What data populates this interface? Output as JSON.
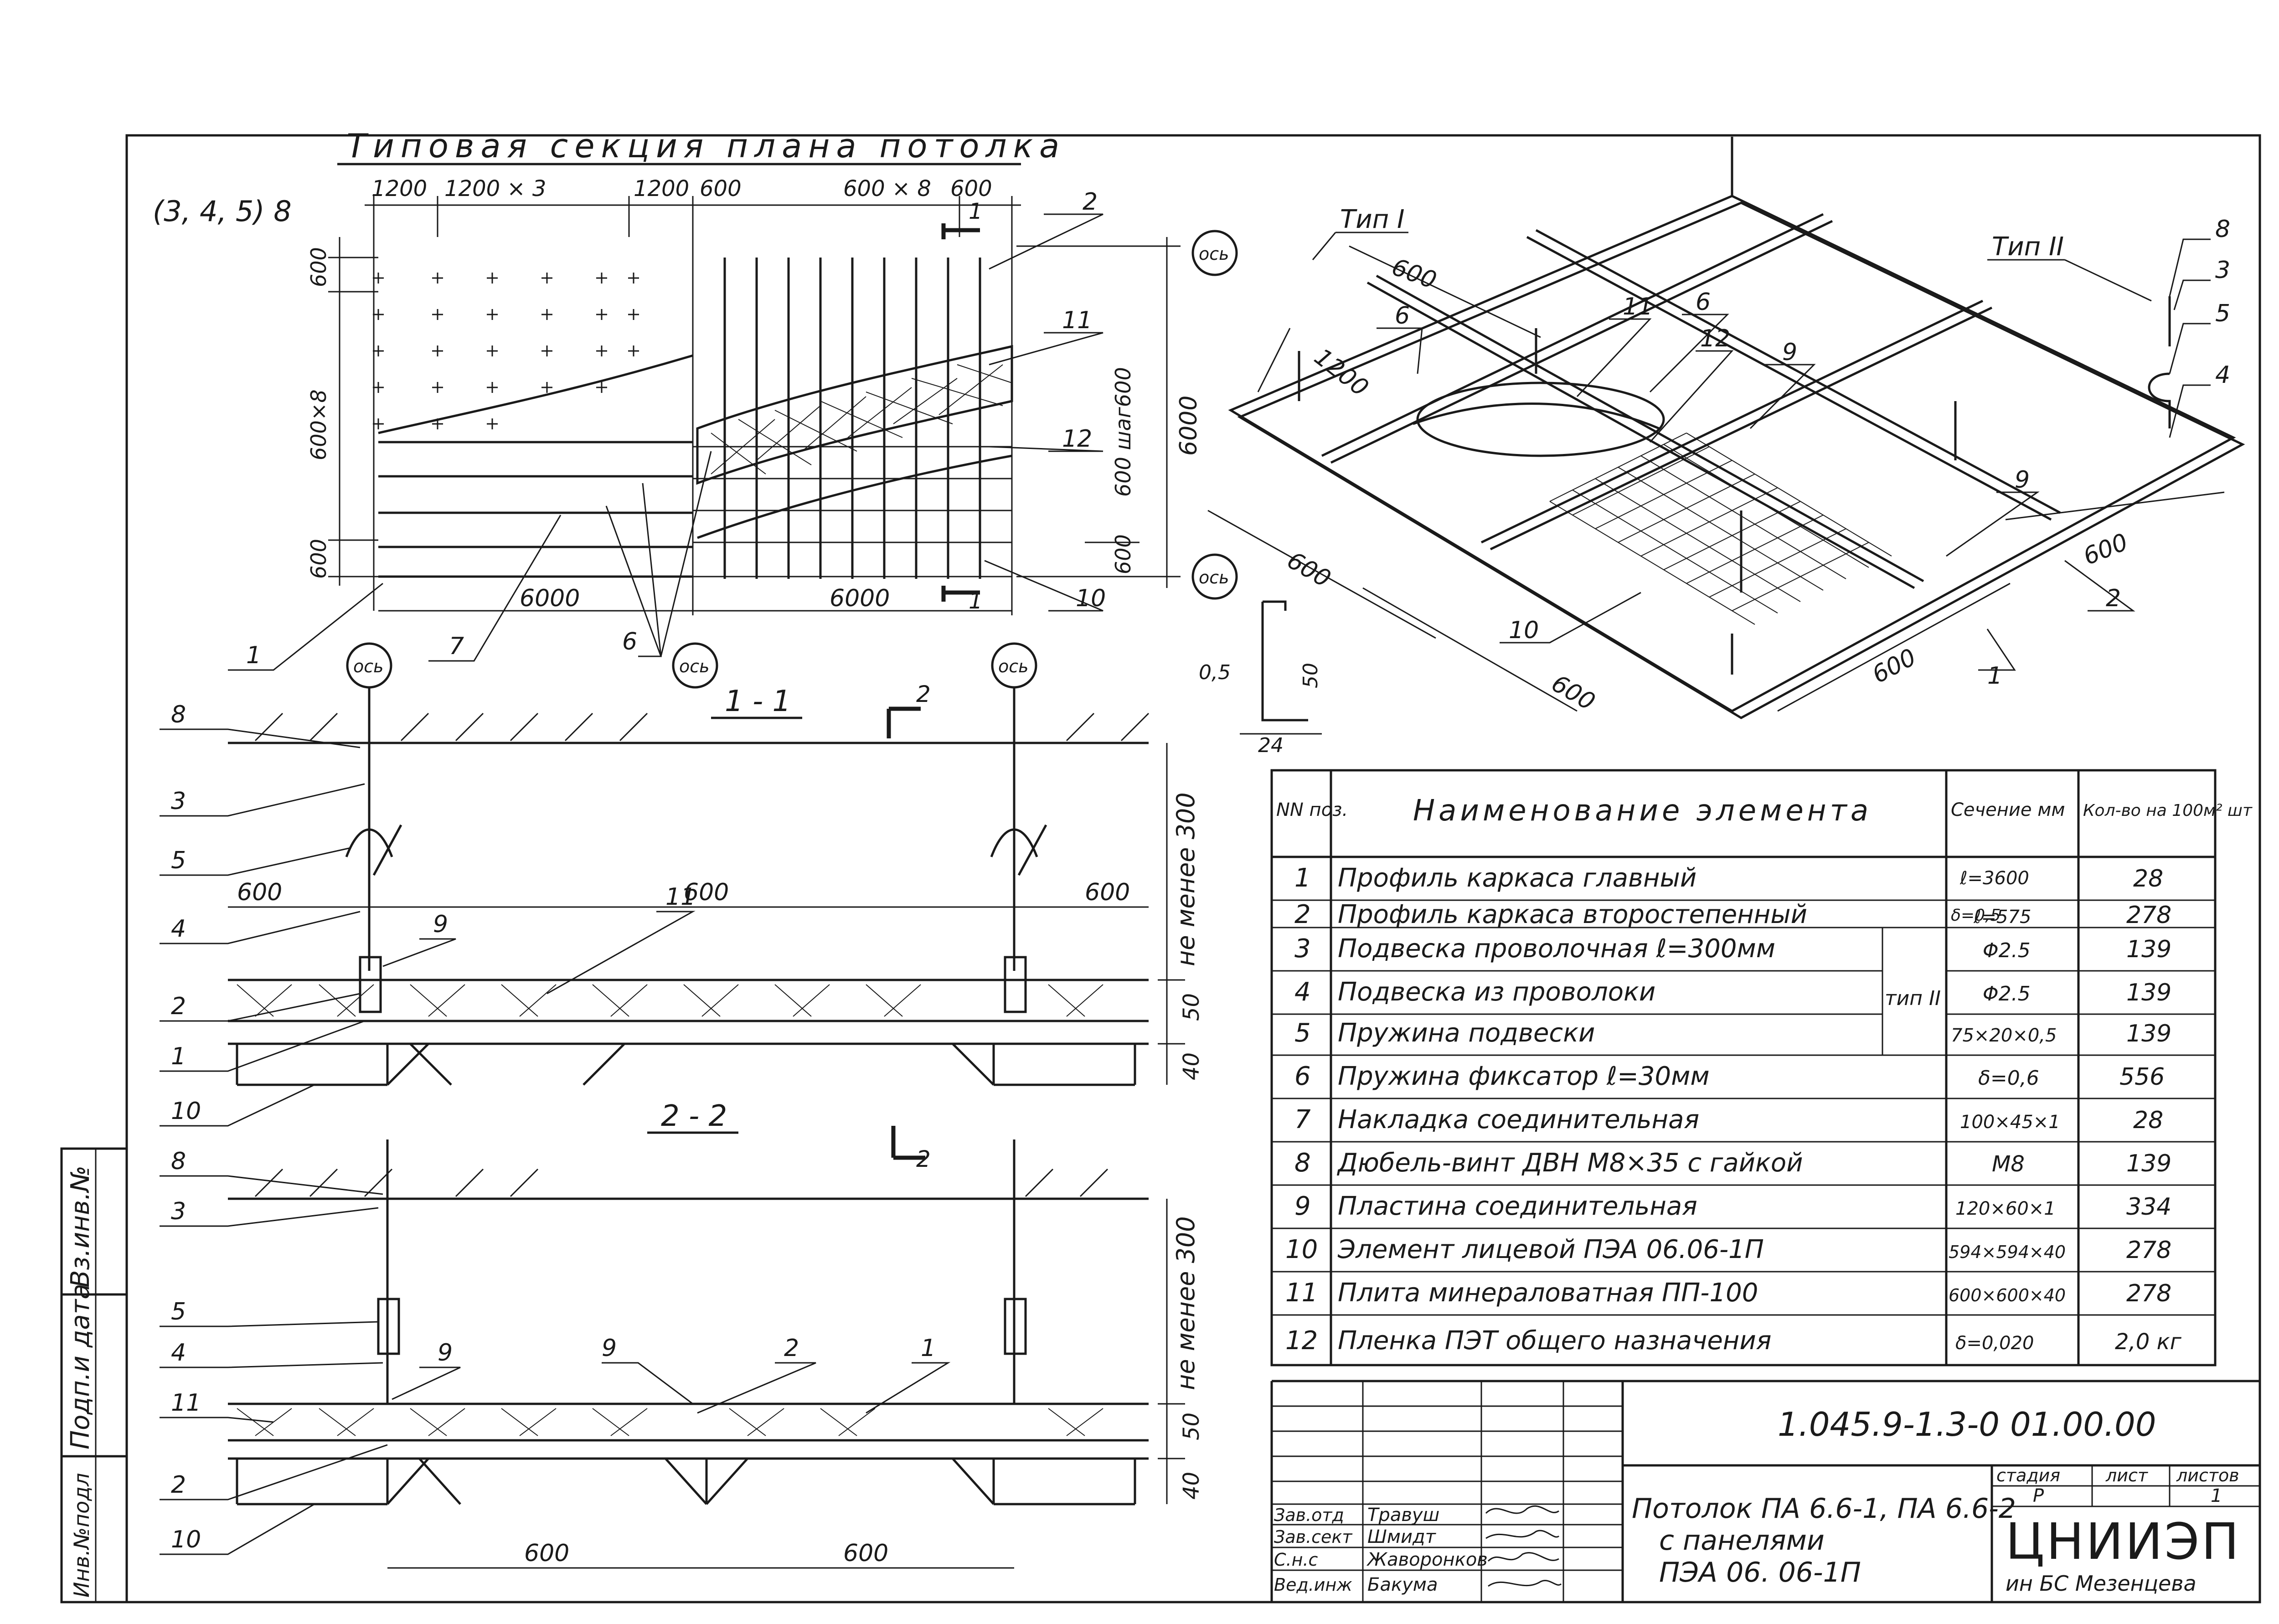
{
  "plan": {
    "title": "Типовая секция плана потолка",
    "section_mark": "(3, 4, 5) 8",
    "dims_top": [
      "1200",
      "1200 × 3",
      "1200",
      "600",
      "600 × 8",
      "600"
    ],
    "dims_left": [
      "600",
      "600×8",
      "600"
    ],
    "dims_right": [
      "6000",
      "600 шаг600",
      "600"
    ],
    "dims_bottom": [
      "6000",
      "6000"
    ],
    "axis_label": "ось",
    "cut_mark": "1",
    "callouts": [
      "1",
      "7",
      "6",
      "2",
      "11",
      "12",
      "10"
    ]
  },
  "iso": {
    "type1_label": "Тип I",
    "type2_label": "Тип II",
    "dims": [
      "600",
      "1200",
      "600",
      "600",
      "600",
      "600"
    ],
    "callouts": [
      "6",
      "11",
      "6",
      "12",
      "9",
      "9",
      "10",
      "1",
      "2",
      "8",
      "3",
      "5",
      "4"
    ],
    "profile_dims": [
      "0,5",
      "50",
      "24"
    ]
  },
  "section11": {
    "title": "1 - 1",
    "cut_mark": "2",
    "callouts": [
      "8",
      "3",
      "5",
      "4",
      "2",
      "1",
      "10",
      "9",
      "11"
    ],
    "dims_row": [
      "600",
      "600",
      "600"
    ],
    "height_label": "не менее 300",
    "thickness": [
      "50",
      "40"
    ]
  },
  "section22": {
    "title": "2 - 2",
    "cut_mark": "2",
    "callouts": [
      "8",
      "3",
      "5",
      "4",
      "11",
      "2",
      "10",
      "9",
      "9",
      "2",
      "1"
    ],
    "dims_row": [
      "600",
      "600"
    ],
    "height_label": "не менее 300",
    "thickness": [
      "50",
      "40"
    ]
  },
  "table": {
    "headers": {
      "pos": "NN поз.",
      "name": "Наименование элемента",
      "section": "Сечение мм",
      "qty": "Кол-во на 100м² шт"
    },
    "type2_note": "тип II",
    "rows": [
      {
        "n": "1",
        "name": "Профиль каркаса главный",
        "sec": "ℓ=3600",
        "qty": "28"
      },
      {
        "n": "2",
        "name": "Профиль каркаса второстепенный",
        "sec": "ℓ=575",
        "qty": "278"
      },
      {
        "n": "3",
        "name": "Подвеска проволочная ℓ=300мм",
        "sec": "Φ2.5",
        "qty": "139"
      },
      {
        "n": "4",
        "name": "Подвеска из проволоки",
        "sec": "Φ2.5",
        "qty": "139"
      },
      {
        "n": "5",
        "name": "Пружина подвески",
        "sec": "75×20×0,5",
        "qty": "139"
      },
      {
        "n": "6",
        "name": "Пружина фиксатор ℓ=30мм",
        "sec": "δ=0,6",
        "qty": "556"
      },
      {
        "n": "7",
        "name": "Накладка соединительная",
        "sec": "100×45×1",
        "qty": "28"
      },
      {
        "n": "8",
        "name": "Дюбель-винт ДВН M8×35 с гайкой",
        "sec": "M8",
        "qty": "139"
      },
      {
        "n": "9",
        "name": "Пластина соединительная",
        "sec": "120×60×1",
        "qty": "334"
      },
      {
        "n": "10",
        "name": "Элемент лицевой ПЭА 06.06-1П",
        "sec": "594×594×40",
        "qty": "278"
      },
      {
        "n": "11",
        "name": "Плита минераловатная ПП-100",
        "sec": "600×600×40",
        "qty": "278"
      },
      {
        "n": "12",
        "name": "Пленка ПЭТ общего назначения",
        "sec": "δ=0,020",
        "qty": "2,0 кг"
      }
    ],
    "sec_profile_note": "δ=0,5"
  },
  "titleblock": {
    "code": "1.045.9-1.3-0 01.00.00",
    "drawing_title": [
      "Потолок ПА 6.6-1, ПА 6.6-2",
      "с панелями",
      "ПЭА 06. 06-1П"
    ],
    "stage_header": "стадия",
    "sheet_header": "лист",
    "sheets_header": "листов",
    "stage": "Р",
    "sheet": "1",
    "org": "ЦНИИЭП",
    "org_sub": "ин БС Мезенцева",
    "staff": [
      {
        "role": "Зав.отд",
        "name": "Травуш"
      },
      {
        "role": "Зав.сект",
        "name": "Шмидт"
      },
      {
        "role": "С.н.с",
        "name": "Жаворонков"
      },
      {
        "role": "Вед.инж",
        "name": "Бакума"
      }
    ]
  },
  "side_stamp": [
    "Инв.№подл",
    "Подп.и дата",
    "Вз.инв.№"
  ]
}
